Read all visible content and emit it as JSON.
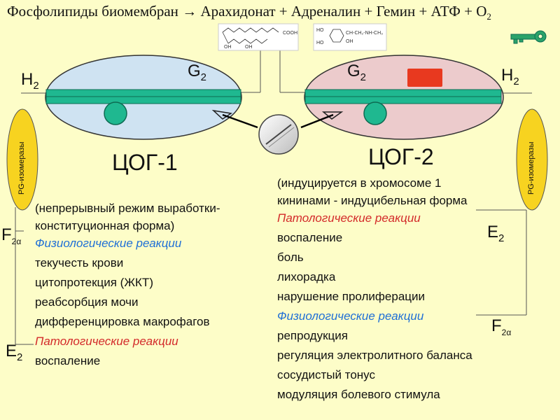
{
  "title": {
    "prefix": "Фосфолипиды биомембран",
    "arrow": "→",
    "suffix": "Арахидонат + Адреналин + Гемин + АТФ + О",
    "subscript": "2"
  },
  "structures": {
    "arachidonate": {
      "cooh": "COOH",
      "oh1": "OH",
      "oh2": "OH"
    },
    "adrenaline": {
      "ho1": "HO",
      "ho2": "HO",
      "chain": "CH-CH₂-NH-CH₃",
      "oh": "OH"
    }
  },
  "cox1": {
    "name": "ЦОГ-1",
    "h": "H",
    "h_sub": "2",
    "g": "G",
    "g_sub": "2",
    "f": "F",
    "f_sub": "2α",
    "e": "E",
    "e_sub": "2",
    "side_label": "PG-изомеразы",
    "lines": [
      {
        "text": "(непрерывный режим выработки-",
        "style": "plain"
      },
      {
        "text": "    конституционная форма)",
        "style": "plain"
      },
      {
        "text": "Физиологические реакции",
        "style": "blue"
      },
      {
        "text": "текучесть крови",
        "style": "plain"
      },
      {
        "text": "цитопротекция (ЖКТ)",
        "style": "plain"
      },
      {
        "text": "реабсорбция мочи",
        "style": "plain"
      },
      {
        "text": "дифференцировка макрофагов",
        "style": "plain"
      },
      {
        "text": "Патологические реакции",
        "style": "red"
      },
      {
        "text": "воспаление",
        "style": "plain"
      }
    ]
  },
  "cox2": {
    "name": "ЦОГ-2",
    "h": "H",
    "h_sub": "2",
    "g": "G",
    "g_sub": "2",
    "e": "E",
    "e_sub": "2",
    "f": "F",
    "f_sub": "2α",
    "side_label": "PG-изомеразы",
    "lines": [
      {
        "text": "(индуцируется в хромосоме 1",
        "style": "plain"
      },
      {
        "text": "    кининами - индуцибельная форма",
        "style": "plain"
      },
      {
        "text": "Патологические реакции",
        "style": "red"
      },
      {
        "text": "воспаление",
        "style": "plain"
      },
      {
        "text": "боль",
        "style": "plain"
      },
      {
        "text": "лихорадка",
        "style": "plain"
      },
      {
        "text": "нарушение пролиферации",
        "style": "plain"
      },
      {
        "text": "Физиологические реакции",
        "style": "blue"
      },
      {
        "text": "репродукция",
        "style": "plain"
      },
      {
        "text": "регуляция электролитного баланса",
        "style": "plain"
      },
      {
        "text": "сосудистый тонус",
        "style": "plain"
      },
      {
        "text": "модуляция болевого стимула",
        "style": "plain"
      }
    ]
  },
  "colors": {
    "background": "#fdfdc8",
    "cox1_fill": "#cfe3f2",
    "cox2_fill": "#eccbcc",
    "membrane": "#1fb890",
    "isomerase_fill": "#f7d320",
    "key": "#2aa36a",
    "heme": "#e8391f",
    "blue_text": "#1f6fd6",
    "red_text": "#d32a2a"
  }
}
